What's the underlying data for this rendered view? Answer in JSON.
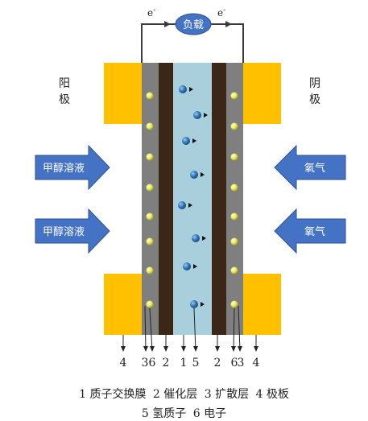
{
  "load_label": "负载",
  "electron_symbol": "e",
  "electron_sup": "-",
  "anode_label": [
    "阳",
    "极"
  ],
  "cathode_label": [
    "阴",
    "极"
  ],
  "left_arrows": [
    "甲醇溶液",
    "甲醇溶液"
  ],
  "right_arrows": [
    "氧气",
    "氧气"
  ],
  "bottom_numbers": [
    "4",
    "3",
    "6",
    "2",
    "1",
    "5",
    "2",
    "6",
    "3",
    "4"
  ],
  "legend_line1": [
    "1 质子交换膜",
    "2 催化层",
    "3 扩散层",
    "4 极板"
  ],
  "legend_line2": [
    "5 氢质子",
    "6 电子"
  ],
  "colors": {
    "plate": "#FFC000",
    "diffusion": "#7F7F7F",
    "catalyst": "#3B2618",
    "membrane": "#A9CFDC",
    "arrow": "#4472C4",
    "arrow_edge": "#2F528F",
    "proton": "#2E75B6",
    "electron": "#E8E85A"
  }
}
